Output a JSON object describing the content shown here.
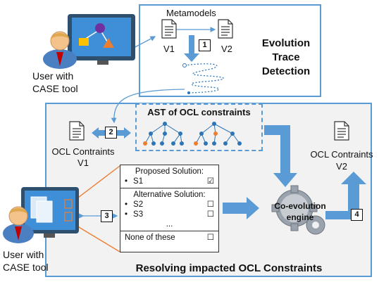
{
  "top_panel": {
    "metamodels_label": "Metamodels",
    "v1_label": "V1",
    "v2_label": "V2",
    "step1": "1",
    "title_lines": [
      "Evolution",
      "Trace",
      "Detection"
    ]
  },
  "user_top": {
    "lines": [
      "User with",
      "CASE tool"
    ]
  },
  "user_bottom": {
    "lines": [
      "User with",
      "CASE tool"
    ]
  },
  "ast": {
    "title": "AST of OCL constraints"
  },
  "step2": "2",
  "step3": "3",
  "step4": "4",
  "ocl_v1": {
    "lines": [
      "OCL Contraints",
      "V1"
    ]
  },
  "ocl_v2": {
    "lines": [
      "OCL Contraints",
      "V2"
    ]
  },
  "engine": {
    "lines": [
      "Co-evolution",
      "engine"
    ]
  },
  "solutions": {
    "proposed_heading": "Proposed Solution:",
    "proposed": [
      {
        "bullet": "•",
        "label": "S1",
        "checked": true,
        "mark": "☑"
      }
    ],
    "alternative_heading": "Alternative Solution:",
    "alternatives": [
      {
        "bullet": "•",
        "label": "S2",
        "checked": false,
        "mark": "☐"
      },
      {
        "bullet": "•",
        "label": "S3",
        "checked": false,
        "mark": "☐"
      }
    ],
    "ellipsis": "...",
    "none_label": "None of these",
    "none_mark": "☐"
  },
  "bottom_title": "Resolving impacted OCL Constraints",
  "colors": {
    "panel_border": "#5b9bd5",
    "arrow": "#5b9bd5",
    "node": "#2e75b6",
    "node_highlight": "#ed7d31",
    "callout": "#ed7d31"
  }
}
